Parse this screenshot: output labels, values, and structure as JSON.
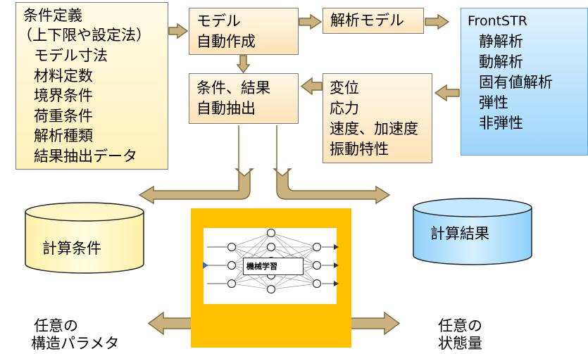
{
  "conditions": {
    "title": "条件定義",
    "subtitle": "（上下限や設定法）",
    "items": [
      "モデル寸法",
      "材料定数",
      "境界条件",
      "荷重条件",
      "解析種類",
      "結果抽出データ"
    ]
  },
  "model_auto": {
    "line1": "モデル",
    "line2": "自動作成"
  },
  "analysis_model": {
    "label": "解析モデル"
  },
  "frontstr": {
    "title": "FrontSTR",
    "items": [
      "静解析",
      "動解析",
      "固有値解析",
      "弾性",
      "非弾性"
    ]
  },
  "extract": {
    "line1": "条件、結果",
    "line2": "自動抽出"
  },
  "results_list": {
    "items": [
      "変位",
      "応力",
      "速度、加速度",
      "振動特性"
    ]
  },
  "calc_conditions": {
    "label": "計算条件"
  },
  "calc_results": {
    "label": "計算結果"
  },
  "ml": {
    "label": "機械学習"
  },
  "arbitrary_params": {
    "line1": "任意の",
    "line2": "構造パラメタ"
  },
  "arbitrary_state": {
    "line1": "任意の",
    "line2": "状態量"
  },
  "colors": {
    "arrow_fill": "#c9b27f",
    "arrow_stroke": "#7f6f3f",
    "ml_frame": "#ffc000"
  }
}
